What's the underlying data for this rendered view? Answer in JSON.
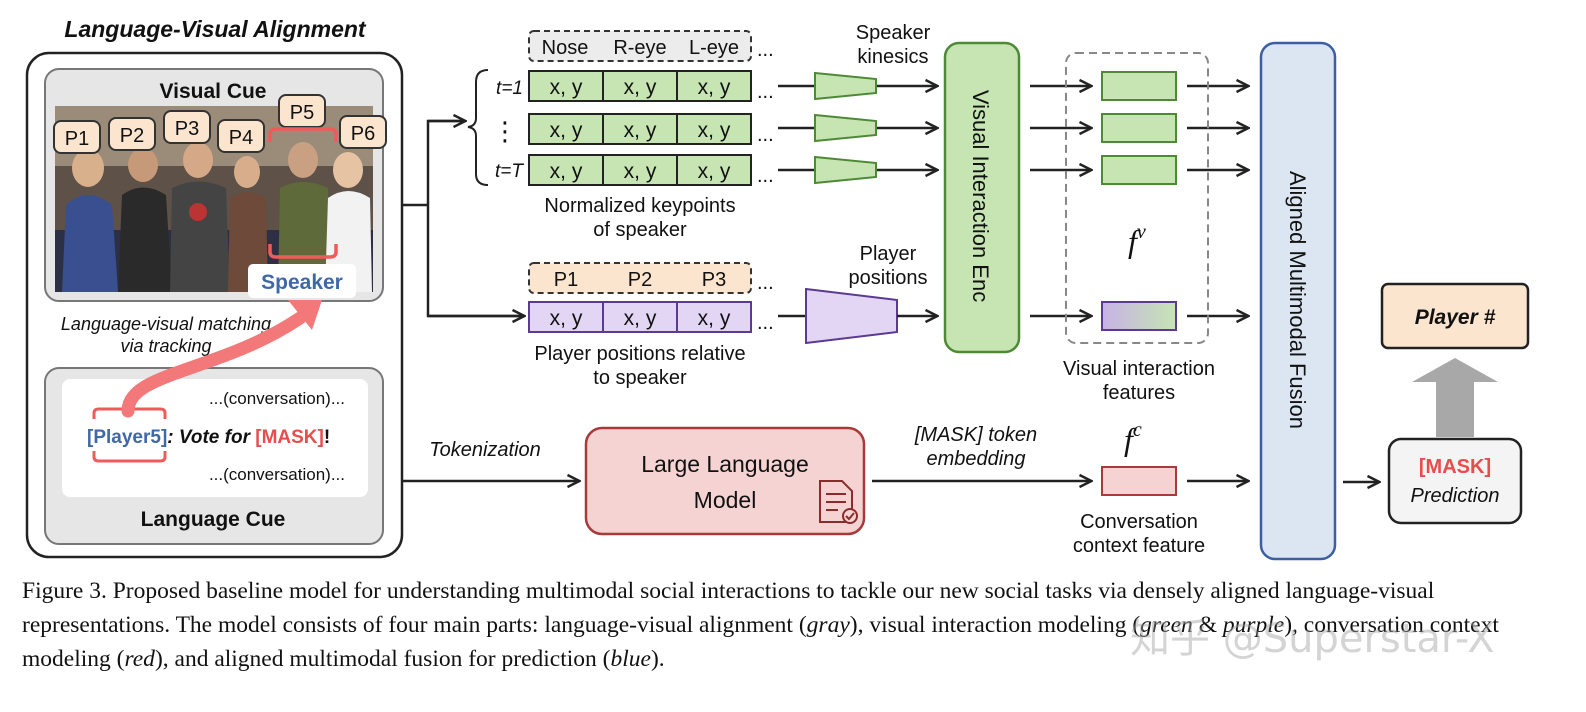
{
  "lva": {
    "title": "Language-Visual Alignment",
    "visual_cue": "Visual Cue",
    "players": [
      "P1",
      "P2",
      "P3",
      "P4",
      "P5",
      "P6"
    ],
    "speaker": "Speaker",
    "matching_line1": "Language-visual matching",
    "matching_line2": "via tracking",
    "conv1": "...(conversation)...",
    "player_tag": "[Player5]",
    "vote": ": Vote for ",
    "mask": "[MASK]",
    "excl": "!",
    "conv2": "...(conversation)...",
    "language_cue": "Language Cue"
  },
  "kp": {
    "headers": [
      "Nose",
      "R-eye",
      "L-eye"
    ],
    "cell": "x, y",
    "ellipsis": "...",
    "t1": "t=1",
    "tT": "t=T",
    "vdots": "⋮",
    "caption1": "Normalized keypoints",
    "caption2": "of speaker"
  },
  "pp": {
    "headers": [
      "P1",
      "P2",
      "P3"
    ],
    "caption1": "Player positions relative",
    "caption2": "to speaker"
  },
  "labels": {
    "kinesics1": "Speaker",
    "kinesics2": "kinesics",
    "positions1": "Player",
    "positions2": "positions",
    "vie": "Visual Interaction Enc",
    "fv_base": "f",
    "fv_sup": "v",
    "vif1": "Visual interaction",
    "vif2": "features",
    "amf": "Aligned Multimodal Fusion",
    "player_num": "Player #",
    "mask_pred1": "[MASK]",
    "mask_pred2": "Prediction",
    "tokenization": "Tokenization",
    "llm1": "Large Language",
    "llm2": "Model",
    "mask_emb1": "[MASK] token",
    "mask_emb2": "embedding",
    "fc_base": "f",
    "fc_sup": "c",
    "ccf1": "Conversation",
    "ccf2": "context feature"
  },
  "caption": {
    "p1": "Figure 3.  Proposed baseline model for understanding multimodal social interactions to tackle our new social tasks via densely aligned language-visual representations.  The model consists of four main parts:  language-visual alignment (",
    "gray": "gray",
    "p2": "), visual interaction modeling (",
    "green": "green",
    "amp": " & ",
    "purple": "purple",
    "p3": "), conversation context modeling (",
    "red": "red",
    "p4": "), and aligned multimodal fusion for prediction (",
    "blue": "blue",
    "p5": ")."
  },
  "watermark": "知乎 @Superstar-X",
  "colors": {
    "green_fill": "#c6e5b3",
    "green_stroke": "#4e8a36",
    "purple_fill": "#e3d6f5",
    "purple_stroke": "#5b3a91",
    "peach_fill": "#fbe5cf",
    "red_fill": "#f6d3d3",
    "red_stroke": "#a83a3a",
    "blue_fill": "#dce6f3",
    "blue_stroke": "#3c5fa3",
    "speaker_blue": "#3f68a8",
    "mask_red": "#e84c4c",
    "gray_fill": "#f2f2f2"
  }
}
